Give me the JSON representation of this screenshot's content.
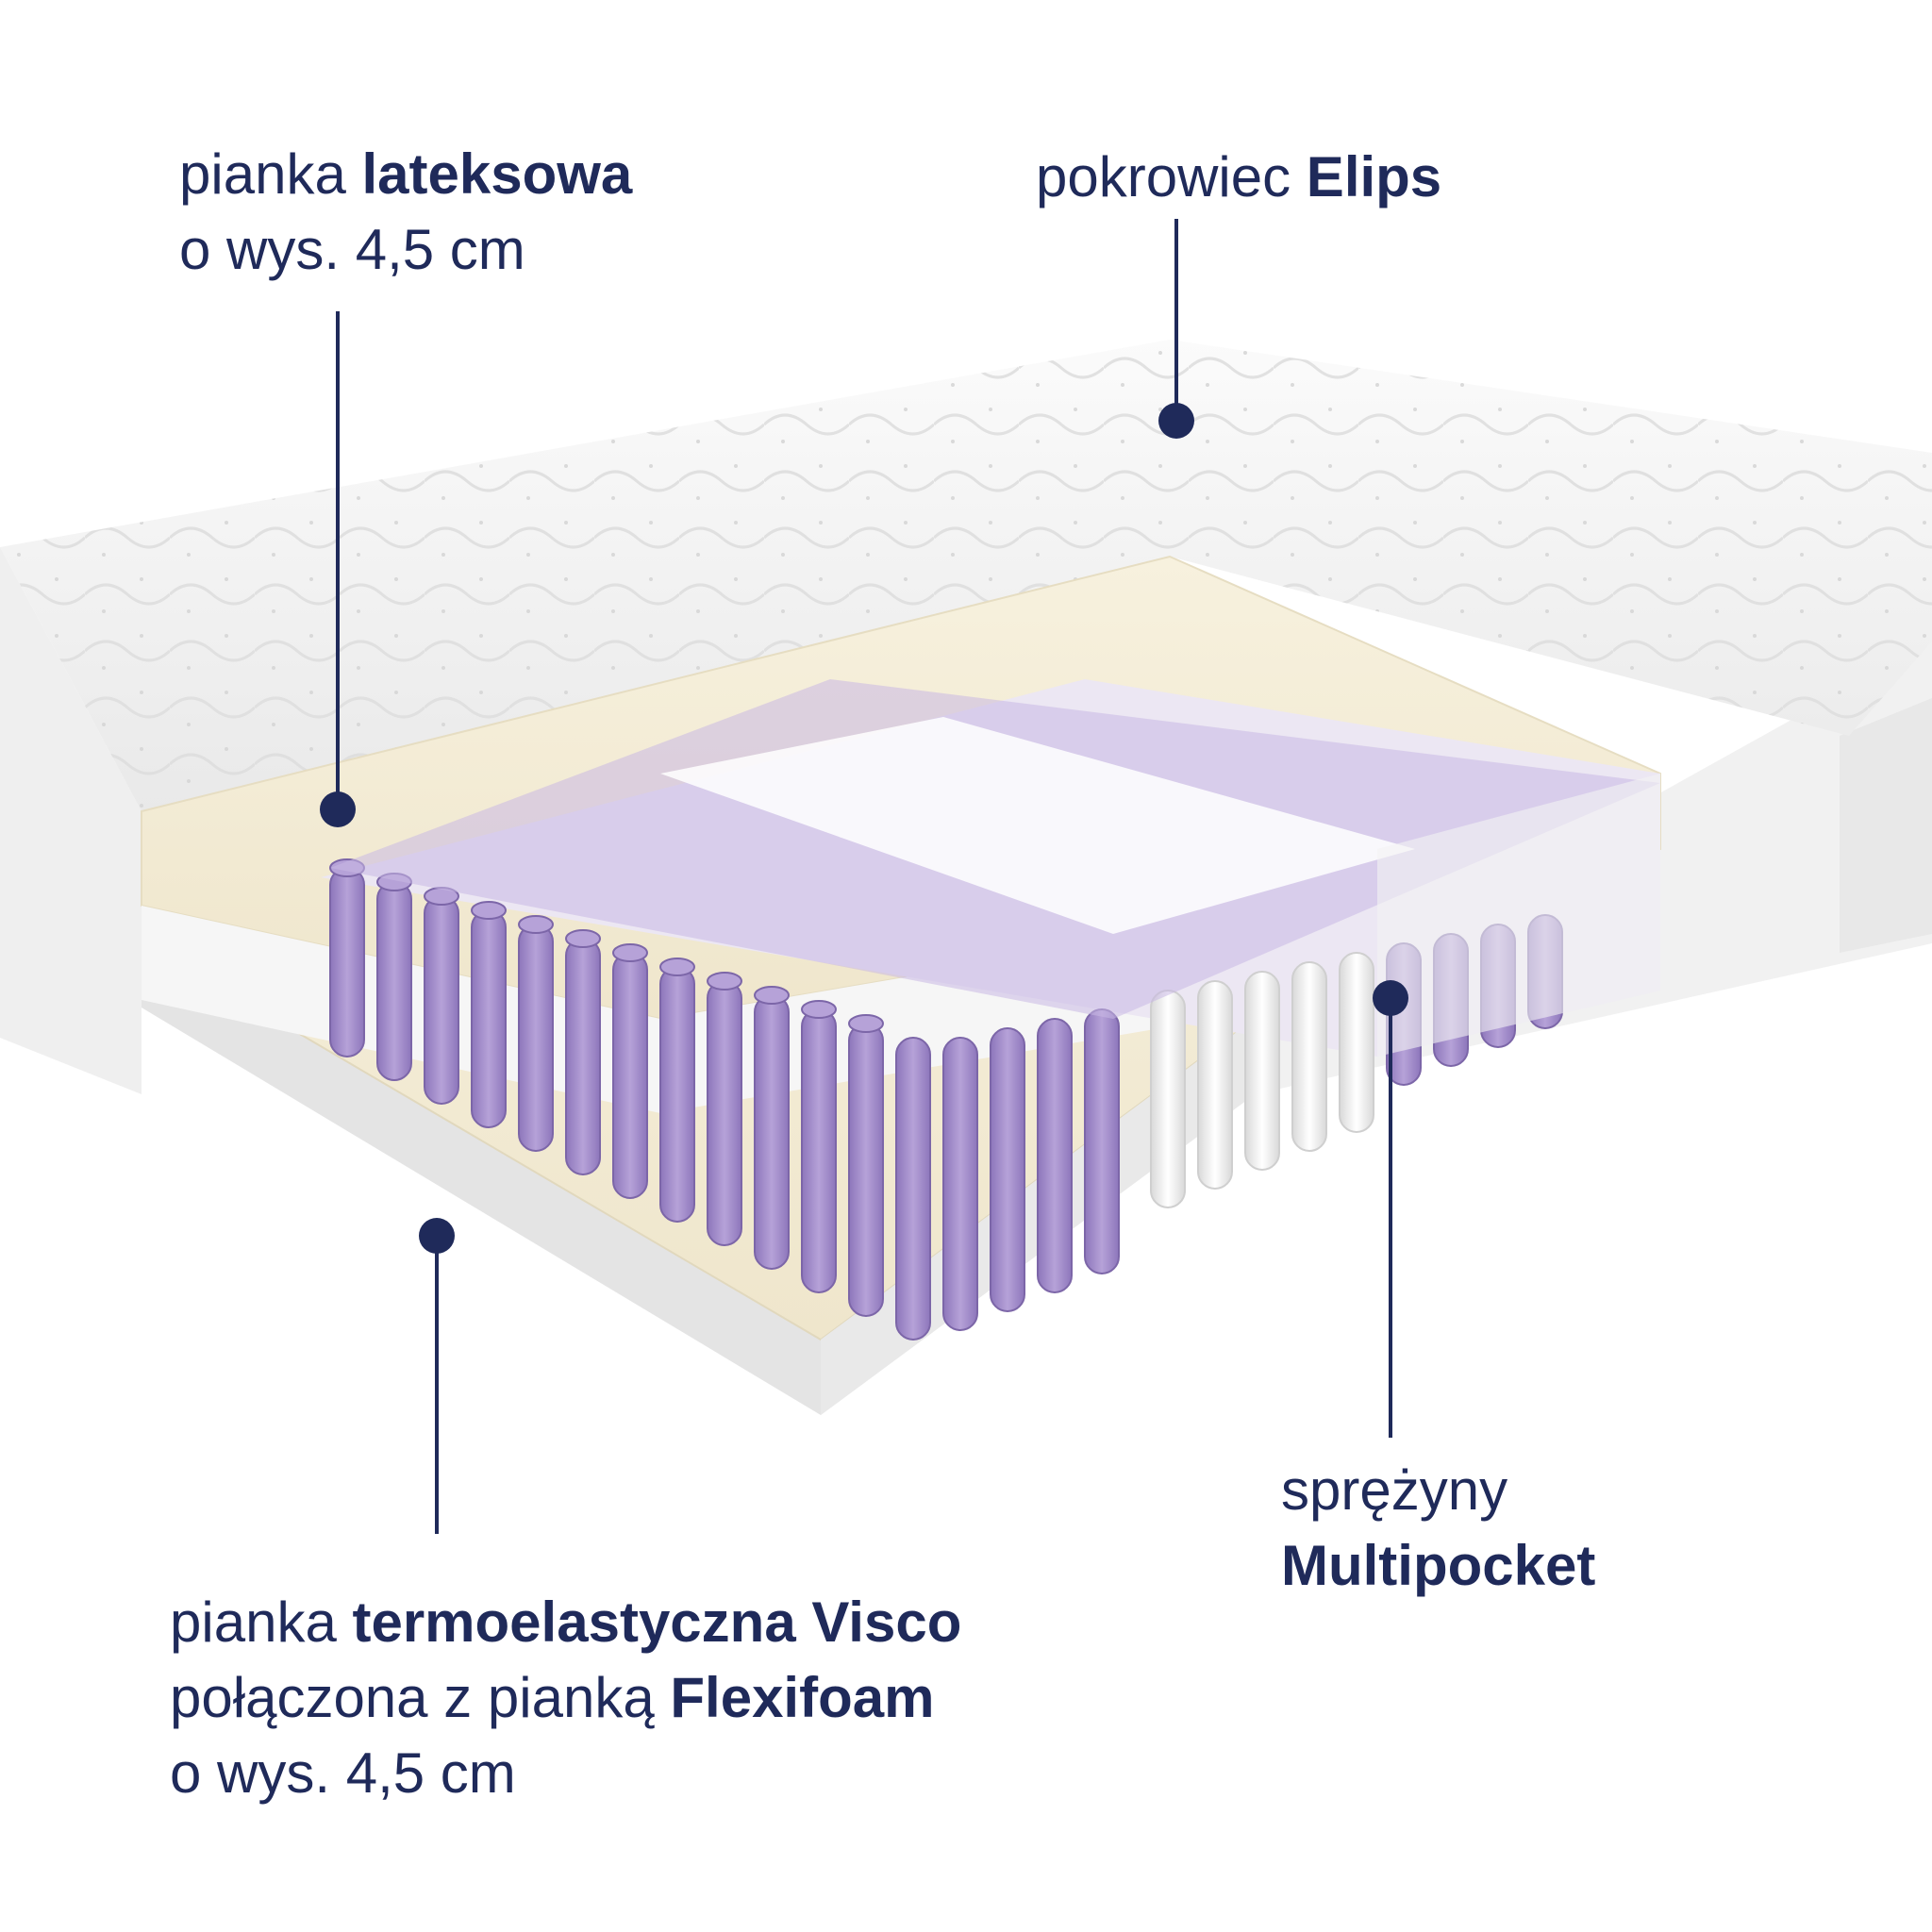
{
  "colors": {
    "navy": "#1f2a5a",
    "purple": "#a18ac9",
    "purple_dark": "#7f68ad",
    "white_spring": "#f3f3f3",
    "foam": "#f3ecd6",
    "cover": "#f4f4f4"
  },
  "labels": {
    "latex": {
      "lead": "pianka",
      "bold": "lateksowa",
      "line2": "o wys. 4,5 cm"
    },
    "cover": {
      "lead": "pokrowiec",
      "bold": "Elips"
    },
    "springs": {
      "lead": "sprężyny",
      "bold": "Multipocket"
    },
    "visco": {
      "lead": "pianka",
      "bold": "termoelastyczna Visco",
      "line2_lead": "połączona z pianką",
      "line2_bold": "Flexifoam",
      "line3": "o wys. 4,5 cm"
    }
  },
  "icons": [
    "marker-dot-icon"
  ]
}
